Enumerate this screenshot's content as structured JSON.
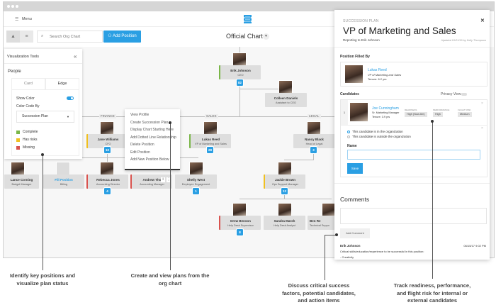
{
  "header": {
    "menu_label": "Menu",
    "logo_icon": "stacked-chart-logo-icon"
  },
  "toolbar": {
    "search_placeholder": "Search Org Chart",
    "add_position_label": "Add Position",
    "chart_name": "Official Chart"
  },
  "viz_tools": {
    "title": "Visualization Tools",
    "section": "People",
    "tabs": [
      "Card",
      "Edge"
    ],
    "show_color_label": "Show Color",
    "show_color_on": true,
    "color_code_label": "Color Code By",
    "color_code_value": "Succession Plan",
    "legend": [
      {
        "label": "Complete",
        "color": "#7ab648"
      },
      {
        "label": "Has risks",
        "color": "#f0c020"
      },
      {
        "label": "Missing",
        "color": "#d9534f"
      }
    ]
  },
  "departments": {
    "finance": "FINANCE",
    "sales": "SALES",
    "legal": "LEGAL"
  },
  "nodes": {
    "erik": {
      "name": "Erik Johnson",
      "title": "CEO",
      "count": "82"
    },
    "colleen": {
      "name": "Colleen Daniels",
      "title": "Assistant to CEO"
    },
    "jane": {
      "name": "Jane Williams",
      "title": "CFO",
      "count": "10"
    },
    "lukas": {
      "name": "Lukas Reed",
      "title": "VP of Marketing and Sales",
      "count": "28"
    },
    "nancy": {
      "name": "Nancy Black",
      "title": "Head of Legal",
      "count": "3"
    },
    "lance": {
      "name": "Lance Corning",
      "title": "Budget Manager"
    },
    "fill": {
      "name": "Fill Position",
      "title": "Billing"
    },
    "rebecca": {
      "name": "Rebecca Jones",
      "title": "Accounting Director",
      "count": "4"
    },
    "andrew": {
      "name": "Andrew Tho",
      "title": "Accounting Manager"
    },
    "shelly": {
      "name": "Shelly West",
      "title": "Employee Engagement",
      "count": "1"
    },
    "jackie": {
      "name": "Jackie Brown",
      "title": "Ops Support Manager",
      "count": "12"
    },
    "drew": {
      "name": "Drew Benson",
      "title": "Help Desk Supervisor",
      "count": "8"
    },
    "sandra": {
      "name": "Sandra Marsh",
      "title": "Help Desk Analyst"
    },
    "ben": {
      "name": "Ben Re",
      "title": "Technical Suppo"
    }
  },
  "context_menu": [
    "View Profile",
    "Create Succession Plan",
    "Display Chart Starting Here",
    "Add Dotted Line Relationship",
    "Delete Position",
    "Edit Position",
    "Add New Position Below"
  ],
  "succession": {
    "eyebrow": "SUCCESSION PLAN",
    "title": "VP of Marketing and Sales",
    "reporting": "Reporting to Erik Johnson",
    "updated": "Updated 01/21/19 by Kelly Thompson",
    "filled_by_label": "Position Filled By",
    "filled": {
      "name": "Lukas Reed",
      "title": "VP of Marketing and Sales",
      "tenure": "Tenure: 6.2 yrs"
    },
    "candidates_label": "Candidates",
    "privacy_label": "Privacy View",
    "candidate": {
      "index": "1",
      "name": "Joe Cunningham",
      "title": "Sr. Marketing Manager",
      "tenure": "Tenure: 3.9 yrs",
      "readiness_label": "READINESS",
      "readiness": "High (Now-6m)",
      "performance_label": "PERFORMANCE",
      "performance": "High",
      "flight_label": "FLIGHT RISK",
      "flight": "Medium"
    },
    "radio_in": "This candidate is in the organization",
    "radio_out": "This candidate is outside the organization",
    "name_label": "Name",
    "name_value": "",
    "save_label": "Save",
    "comments_title": "Comments",
    "add_comment_label": "Add Comment",
    "comment": {
      "author": "Erik Johnson",
      "date": "06/15/17 9:02 PM",
      "text": "Critical skills/education/experience to be successful in this position:",
      "item": "- Creativity"
    }
  },
  "annotations": [
    "Identify key positions and visualize plan status",
    "Create and view plans from the org chart",
    "Discuss critical success factors, potential candidates, and action items",
    "Track readiness, performance, and flight risk for internal or external candidates"
  ]
}
